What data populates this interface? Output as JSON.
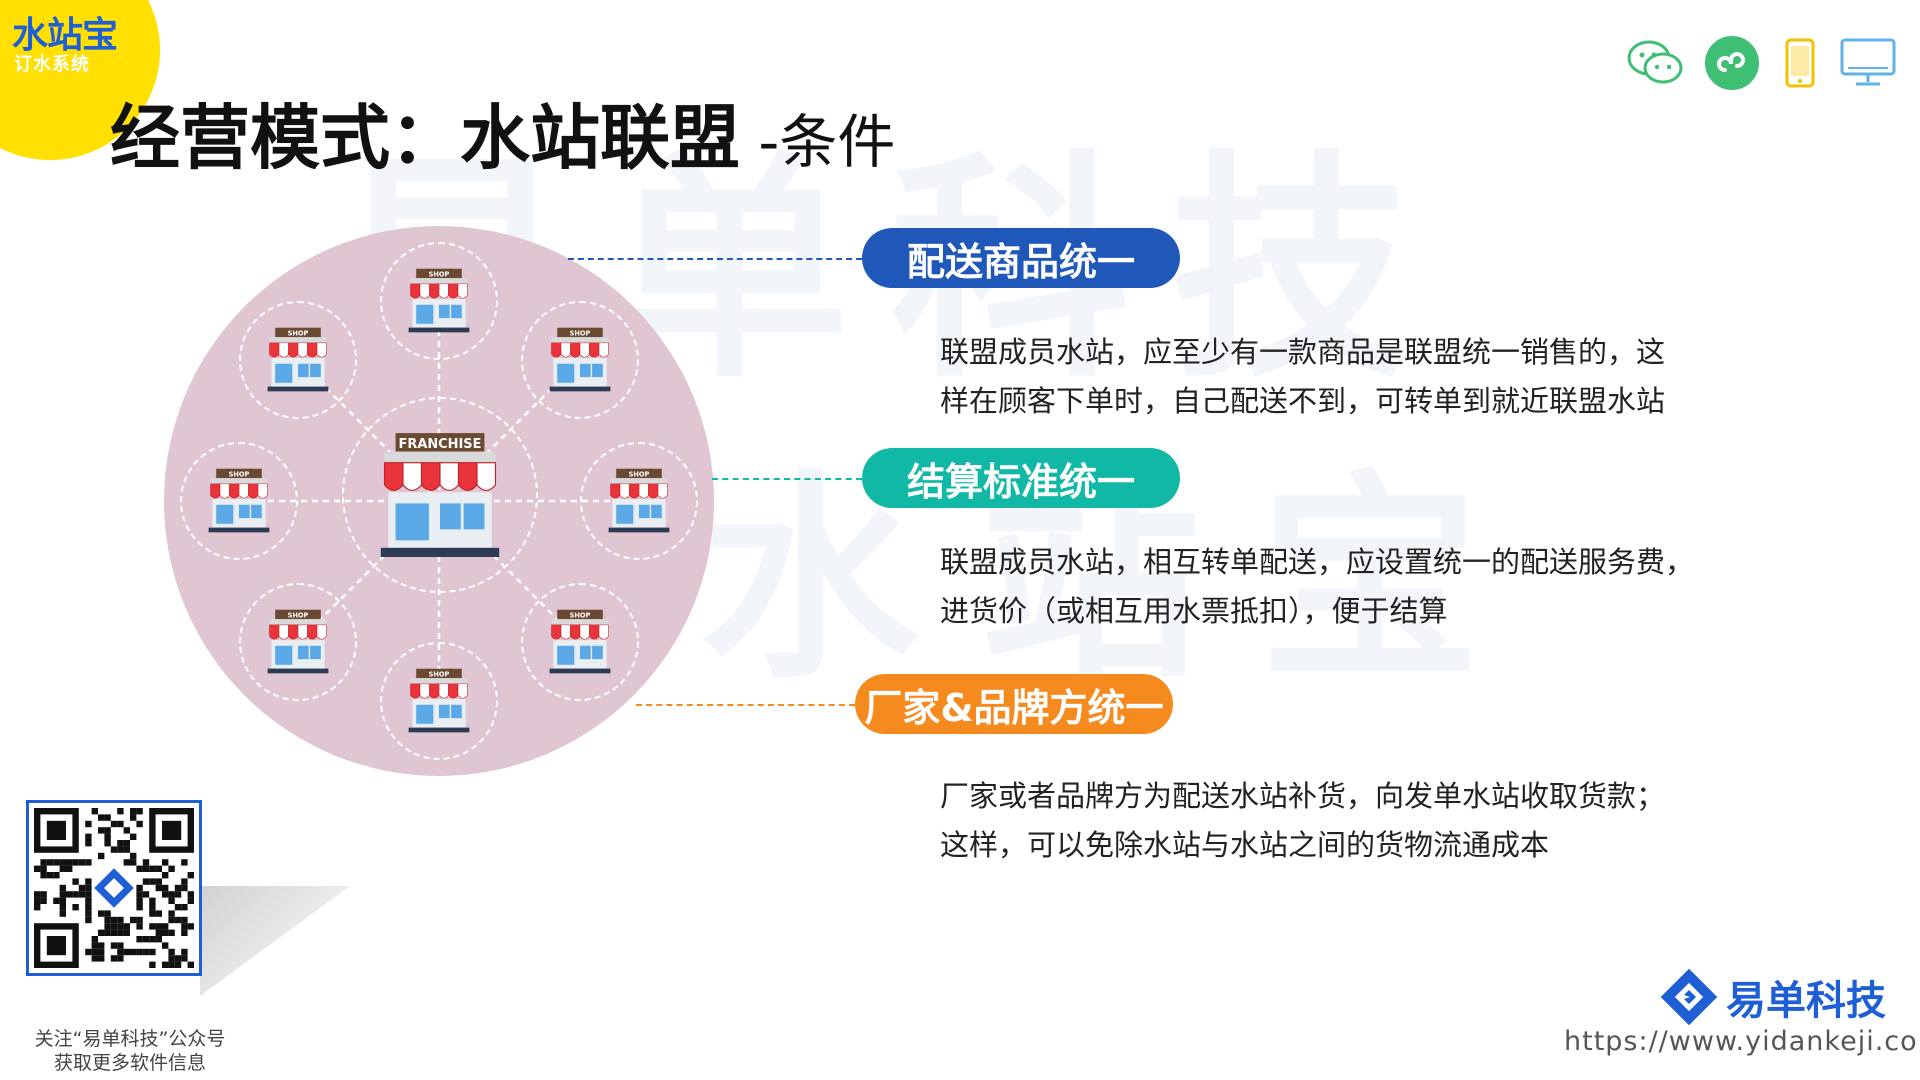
{
  "logo": {
    "title": "水站宝",
    "subtitle": "订水系统"
  },
  "slide": {
    "title": "经营模式：水站联盟",
    "title_suffix": " -条件"
  },
  "diagram": {
    "center_label": "FRANCHISE",
    "node_label": "SHOP"
  },
  "conditions": [
    {
      "label": "配送商品统一",
      "color": "#1f58b8",
      "lines": [
        "联盟成员水站，应至少有一款商品是联盟统一销售的，这",
        "样在顾客下单时，自己配送不到，可转单到就近联盟水站"
      ]
    },
    {
      "label": "结算标准统一",
      "color": "#12b8a6",
      "lines": [
        "联盟成员水站，相互转单配送，应设置统一的配送服务费，",
        "进货价（或相互用水票抵扣），便于结算"
      ]
    },
    {
      "label": "厂家&品牌方统一",
      "color": "#f58a1f",
      "lines": [
        "厂家或者品牌方为配送水站补货，向发单水站收取货款；",
        "这样，可以免除水站与水站之间的货物流通成本"
      ]
    }
  ],
  "qr": {
    "caption_line1": "关注“易单科技”公众号",
    "caption_line2": "获取更多软件信息"
  },
  "brand": {
    "name": "易单科技",
    "url": "https://www.yidankeji.com",
    "accent": "#1f5fd6"
  },
  "icons": [
    "wechat-icon",
    "mini-program-icon",
    "phone-icon",
    "desktop-icon"
  ]
}
